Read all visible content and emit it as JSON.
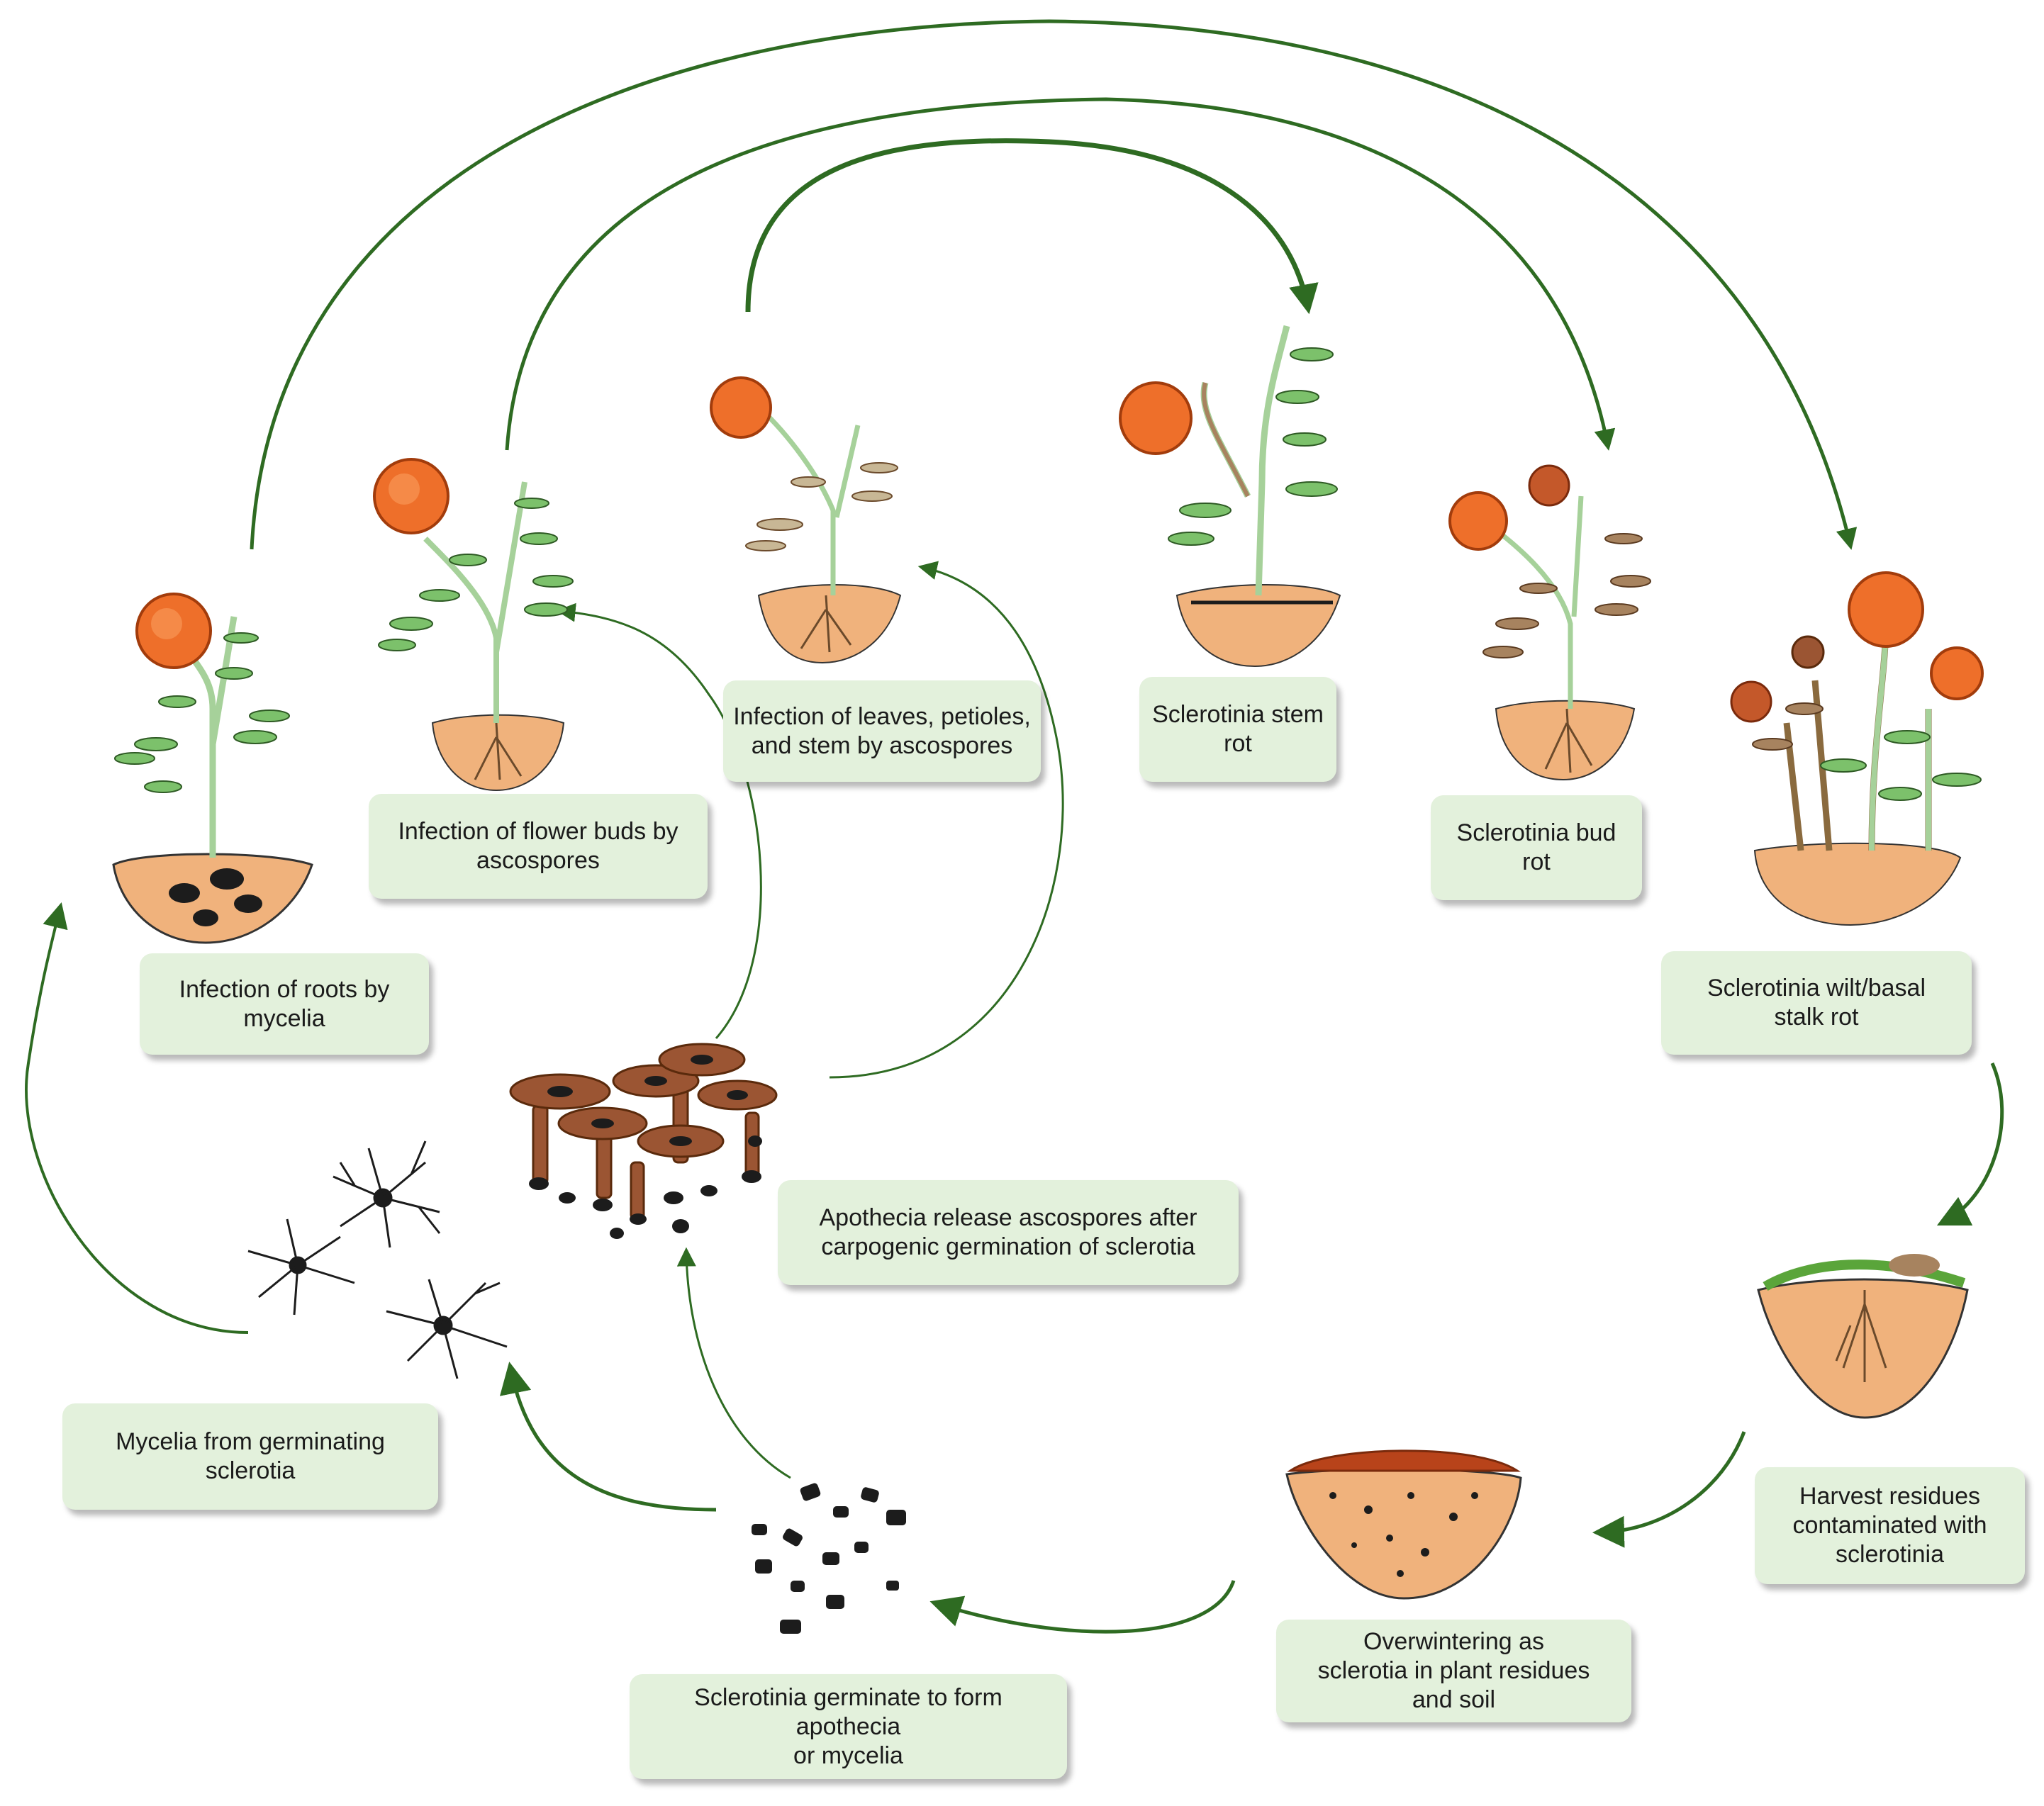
{
  "colors": {
    "arrow": "#2e6b22",
    "box_fill": "#e3f1dc",
    "soil": "#f0b27c",
    "flower": "#ee6f2a",
    "stem": "#a6d19a",
    "leaf": "#7cc16b",
    "dead_leaf": "#a7835f",
    "apothecium": "#9b5533",
    "sclerotia": "#1c1c1c"
  },
  "stages": {
    "roots": {
      "label": "Infection of roots by\nmycelia"
    },
    "buds": {
      "label": "Infection of flower buds by\nascospores"
    },
    "leaves": {
      "label": "Infection of leaves, petioles,\nand stem by ascospores"
    },
    "stem_rot": {
      "label": "Sclerotinia stem\nrot"
    },
    "bud_rot": {
      "label": "Sclerotinia bud rot"
    },
    "wilt": {
      "label": "Sclerotinia wilt/basal\nstalk rot"
    },
    "harvest": {
      "label": "Harvest residues\ncontaminated with\nsclerotinia"
    },
    "overwinter": {
      "label": "Overwintering as\nsclerotia in plant residues\nand soil"
    },
    "germinate": {
      "label": "Sclerotinia germinate to form apothecia\nor mycelia"
    },
    "mycelia": {
      "label": "Mycelia from germinating\nsclerotia"
    },
    "apothecia": {
      "label": "Apothecia release ascospores after\ncarpogenic germination of sclerotia"
    }
  }
}
